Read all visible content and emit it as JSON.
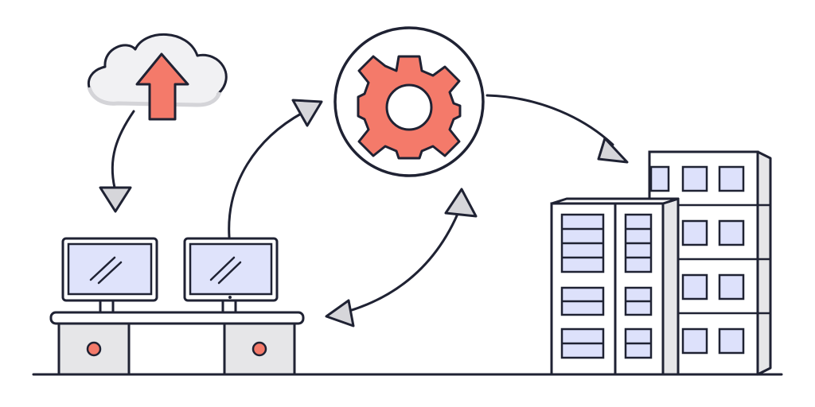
{
  "diagram": {
    "nodes": [
      {
        "id": "cloud",
        "icon": "cloud-upload-icon"
      },
      {
        "id": "processing",
        "icon": "gear-icon"
      },
      {
        "id": "workstations",
        "icon": "desktop-computer-icon"
      },
      {
        "id": "buildings",
        "icon": "office-building-icon"
      }
    ],
    "connections": [
      {
        "from": "cloud",
        "to": "workstations",
        "arrowhead": "end"
      },
      {
        "from": "workstations",
        "to": "processing",
        "arrowhead": "end"
      },
      {
        "from": "processing",
        "to": "buildings",
        "arrowhead": "end"
      },
      {
        "from": "workstations",
        "to": "processing",
        "arrowhead": "both"
      }
    ]
  },
  "colors": {
    "outline": "#1f2233",
    "accent": "#f47a6a",
    "screen": "#dfe3fb",
    "window": "#dde1fb",
    "panel": "#e6e6e8",
    "arrowhead": "#d6d6da",
    "background": "#ffffff"
  }
}
